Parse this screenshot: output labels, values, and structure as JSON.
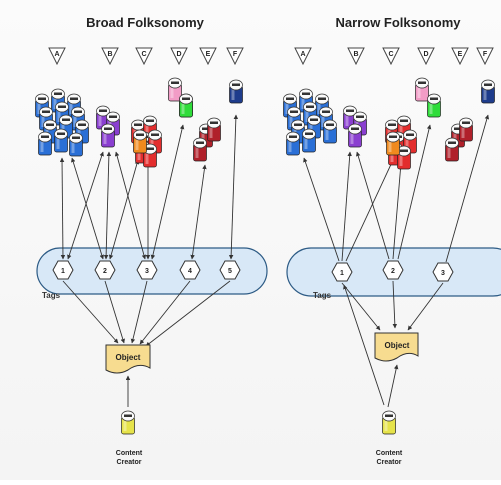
{
  "colors": {
    "blue": "#2a6fd6",
    "purple": "#8a3fd0",
    "orange": "#f08a1e",
    "red": "#e32d2d",
    "pink": "#f29cc6",
    "green": "#2fdc3a",
    "darkred": "#b0202a",
    "navy": "#1e3c8c",
    "yellow": "#e6e34a",
    "tag_band": "#d8e8f7",
    "object": "#f7dc90"
  },
  "panels": [
    {
      "title": "Broad Folksonomy",
      "users": [
        "A",
        "B",
        "C",
        "D",
        "E",
        "F"
      ],
      "tags": [
        "1",
        "2",
        "3",
        "4",
        "5"
      ],
      "tags_label": "Tags",
      "object_label": "Object",
      "creator_line1": "Content",
      "creator_line2": "Creator"
    },
    {
      "title": "Narrow Folksonomy",
      "users": [
        "A",
        "B",
        "C",
        "D",
        "E",
        "F"
      ],
      "tags": [
        "1",
        "2",
        "3"
      ],
      "tags_label": "Tags",
      "object_label": "Object",
      "creator_line1": "Content",
      "creator_line2": "Creator"
    }
  ]
}
